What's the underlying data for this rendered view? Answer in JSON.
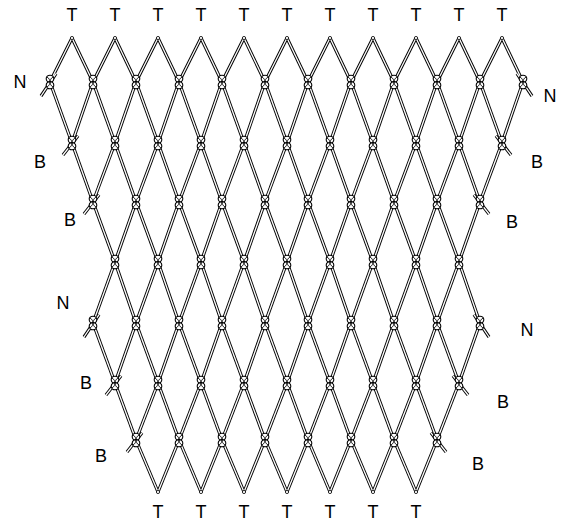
{
  "diagram": {
    "labels": [
      "T",
      "T",
      "T",
      "T",
      "T",
      "T",
      "T",
      "T",
      "T",
      "T",
      "T",
      "N",
      "N",
      "B",
      "B",
      "B",
      "B",
      "N",
      "N",
      "B",
      "B",
      "B",
      "B",
      "T",
      "T",
      "T",
      "T",
      "T",
      "T",
      "T"
    ]
  }
}
